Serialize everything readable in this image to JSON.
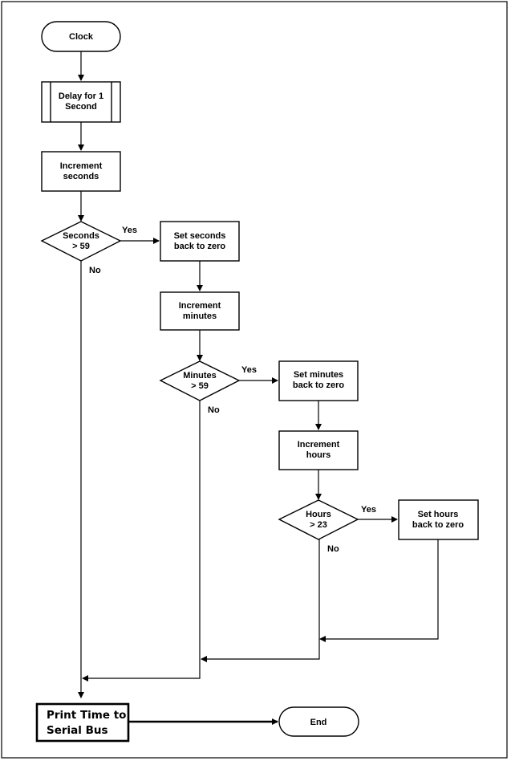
{
  "nodes": {
    "clock": "Clock",
    "delay": [
      "Delay for 1",
      "Second"
    ],
    "inc_seconds": [
      "Increment",
      "seconds"
    ],
    "dec_seconds": [
      "Seconds",
      "> 59"
    ],
    "reset_seconds": [
      "Set seconds",
      "back to zero"
    ],
    "inc_minutes": [
      "Increment",
      "minutes"
    ],
    "dec_minutes": [
      "Minutes",
      "> 59"
    ],
    "reset_minutes": [
      "Set minutes",
      "back to zero"
    ],
    "inc_hours": [
      "Increment",
      "hours"
    ],
    "dec_hours": [
      "Hours",
      "> 23"
    ],
    "reset_hours": [
      "Set hours",
      "back to zero"
    ],
    "print": [
      "Print Time to",
      "Serial Bus"
    ],
    "end": "End"
  },
  "edges": {
    "yes": "Yes",
    "no": "No"
  }
}
